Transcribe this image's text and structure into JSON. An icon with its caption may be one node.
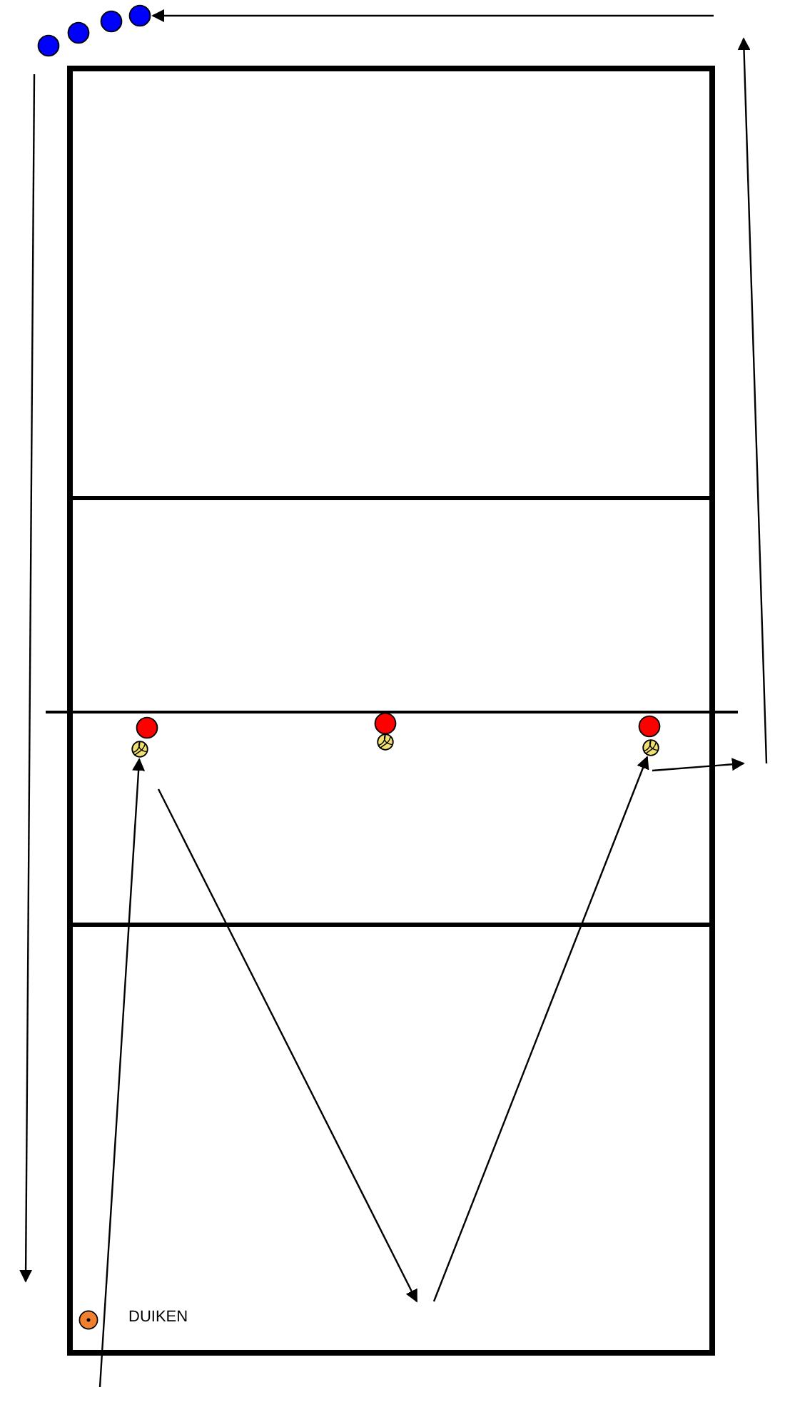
{
  "diagram": {
    "nodes": [
      {
        "text": [],
        "shape": "circle"
      },
      {
        "text": [],
        "shape": "circle"
      },
      {
        "text": [],
        "shape": "circle"
      },
      {
        "text": [],
        "shape": "circle"
      },
      {
        "text": [],
        "shape": "circle"
      },
      {
        "text": [],
        "shape": "circle"
      },
      {
        "text": [],
        "shape": "circle"
      },
      {
        "text": [],
        "shape": "ball"
      },
      {
        "text": [],
        "shape": "ball"
      },
      {
        "text": [],
        "shape": "ball"
      },
      {
        "text": [],
        "shape": "circle",
        "beside": [
          "DUIKEN"
        ]
      }
    ],
    "edges": [
      {
        "from": null,
        "to": 3,
        "arrow": "to"
      },
      {
        "from": 0,
        "to": null,
        "arrow": "to"
      },
      {
        "from": null,
        "to": 7,
        "arrow": "to"
      },
      {
        "from": 7,
        "to": null,
        "arrow": "to"
      },
      {
        "from": null,
        "to": 9,
        "arrow": "to"
      },
      {
        "from": 9,
        "to": null,
        "arrow": "to"
      }
    ]
  }
}
